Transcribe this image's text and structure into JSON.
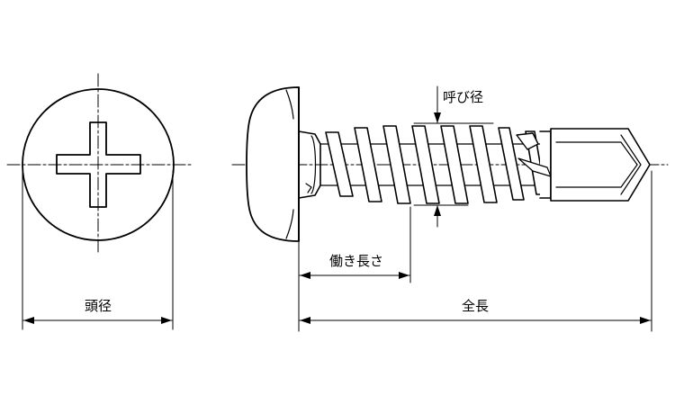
{
  "labels": {
    "nominal_diameter": "呼び径",
    "thread_length": "働き長さ",
    "head_diameter": "頭径",
    "total_length": "全長"
  },
  "colors": {
    "line": "#000000",
    "background": "#ffffff"
  }
}
